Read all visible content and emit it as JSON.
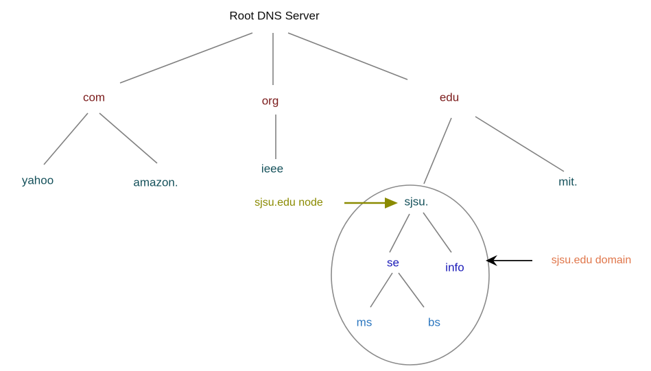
{
  "title": "Root DNS Server",
  "diagram_type": "dns-hierarchy-tree",
  "nodes": {
    "root": {
      "label": "Root DNS Server",
      "level": "root"
    },
    "com": {
      "label": "com",
      "level": "tld"
    },
    "org": {
      "label": "org",
      "level": "tld"
    },
    "edu": {
      "label": "edu",
      "level": "tld"
    },
    "yahoo": {
      "label": "yahoo",
      "level": "second",
      "parent": "com"
    },
    "amazon": {
      "label": "amazon.",
      "level": "second",
      "parent": "com"
    },
    "ieee": {
      "label": "ieee",
      "level": "second",
      "parent": "org"
    },
    "sjsu": {
      "label": "sjsu.",
      "level": "second",
      "parent": "edu"
    },
    "mit": {
      "label": "mit.",
      "level": "second",
      "parent": "edu"
    },
    "se": {
      "label": "se",
      "level": "third",
      "parent": "sjsu"
    },
    "info": {
      "label": "info",
      "level": "third",
      "parent": "sjsu"
    },
    "ms": {
      "label": "ms",
      "level": "fourth",
      "parent": "se"
    },
    "bs": {
      "label": "bs",
      "level": "fourth",
      "parent": "se"
    }
  },
  "annotations": {
    "node_label": {
      "text": "sjsu.edu node",
      "color": "#8a8a00",
      "points_to": "sjsu"
    },
    "domain_label": {
      "text": "sjsu.edu domain",
      "color": "#e0764a",
      "points_to": "sjsu-domain-ellipse"
    }
  },
  "colors": {
    "title_text": "#0a0a0a",
    "tld_text": "#7a1a1a",
    "second_level_text": "#14505a",
    "third_level_text": "#1a1ab8",
    "fourth_level_text": "#2e78c0",
    "node_annotation": "#8a8a00",
    "domain_annotation": "#e0764a",
    "edge_line": "#808080",
    "ellipse_stroke": "#8a8a8a",
    "domain_arrow": "#000000",
    "background": "#ffffff"
  }
}
